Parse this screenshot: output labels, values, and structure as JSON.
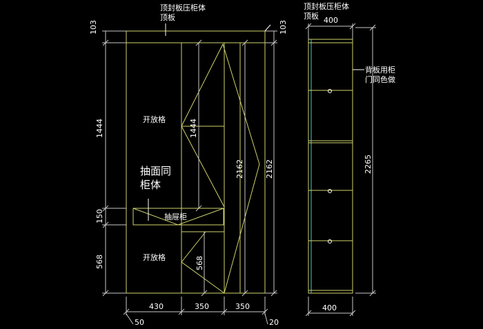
{
  "colors": {
    "background": "#000000",
    "cabinet_outline": "#cfd36a",
    "dimension_lines": "#c8c8c8",
    "back_panel_accent": "#55c8d8",
    "text": "#ffffff"
  },
  "front_view": {
    "top_note_line1": "顶封板压柜体",
    "top_note_line2": "顶板",
    "open_shelf_upper": "开放格",
    "open_shelf_lower": "开放格",
    "drawer_note_line1": "抽面同",
    "drawer_note_line2": "柜体",
    "drawer_label": "抽屉柜",
    "dims": {
      "top_left": "103",
      "top_right": "103",
      "left_upper": "1444",
      "left_mid": "150",
      "left_lower": "568",
      "inner_upper": "1444",
      "inner_lower": "568",
      "inner_total": "2162",
      "right_total": "2162",
      "bottom_a": "430",
      "bottom_b": "350",
      "bottom_c": "350",
      "bottom_left_small": "50",
      "bottom_right_small": "20"
    }
  },
  "side_view": {
    "top_note_line1": "顶封板压柜体",
    "top_note_line2": "顶板",
    "back_note_line1": "背板用柜",
    "back_note_line2": "门同色做",
    "dims": {
      "top_width": "400",
      "bottom_width": "400",
      "height": "2265"
    }
  }
}
